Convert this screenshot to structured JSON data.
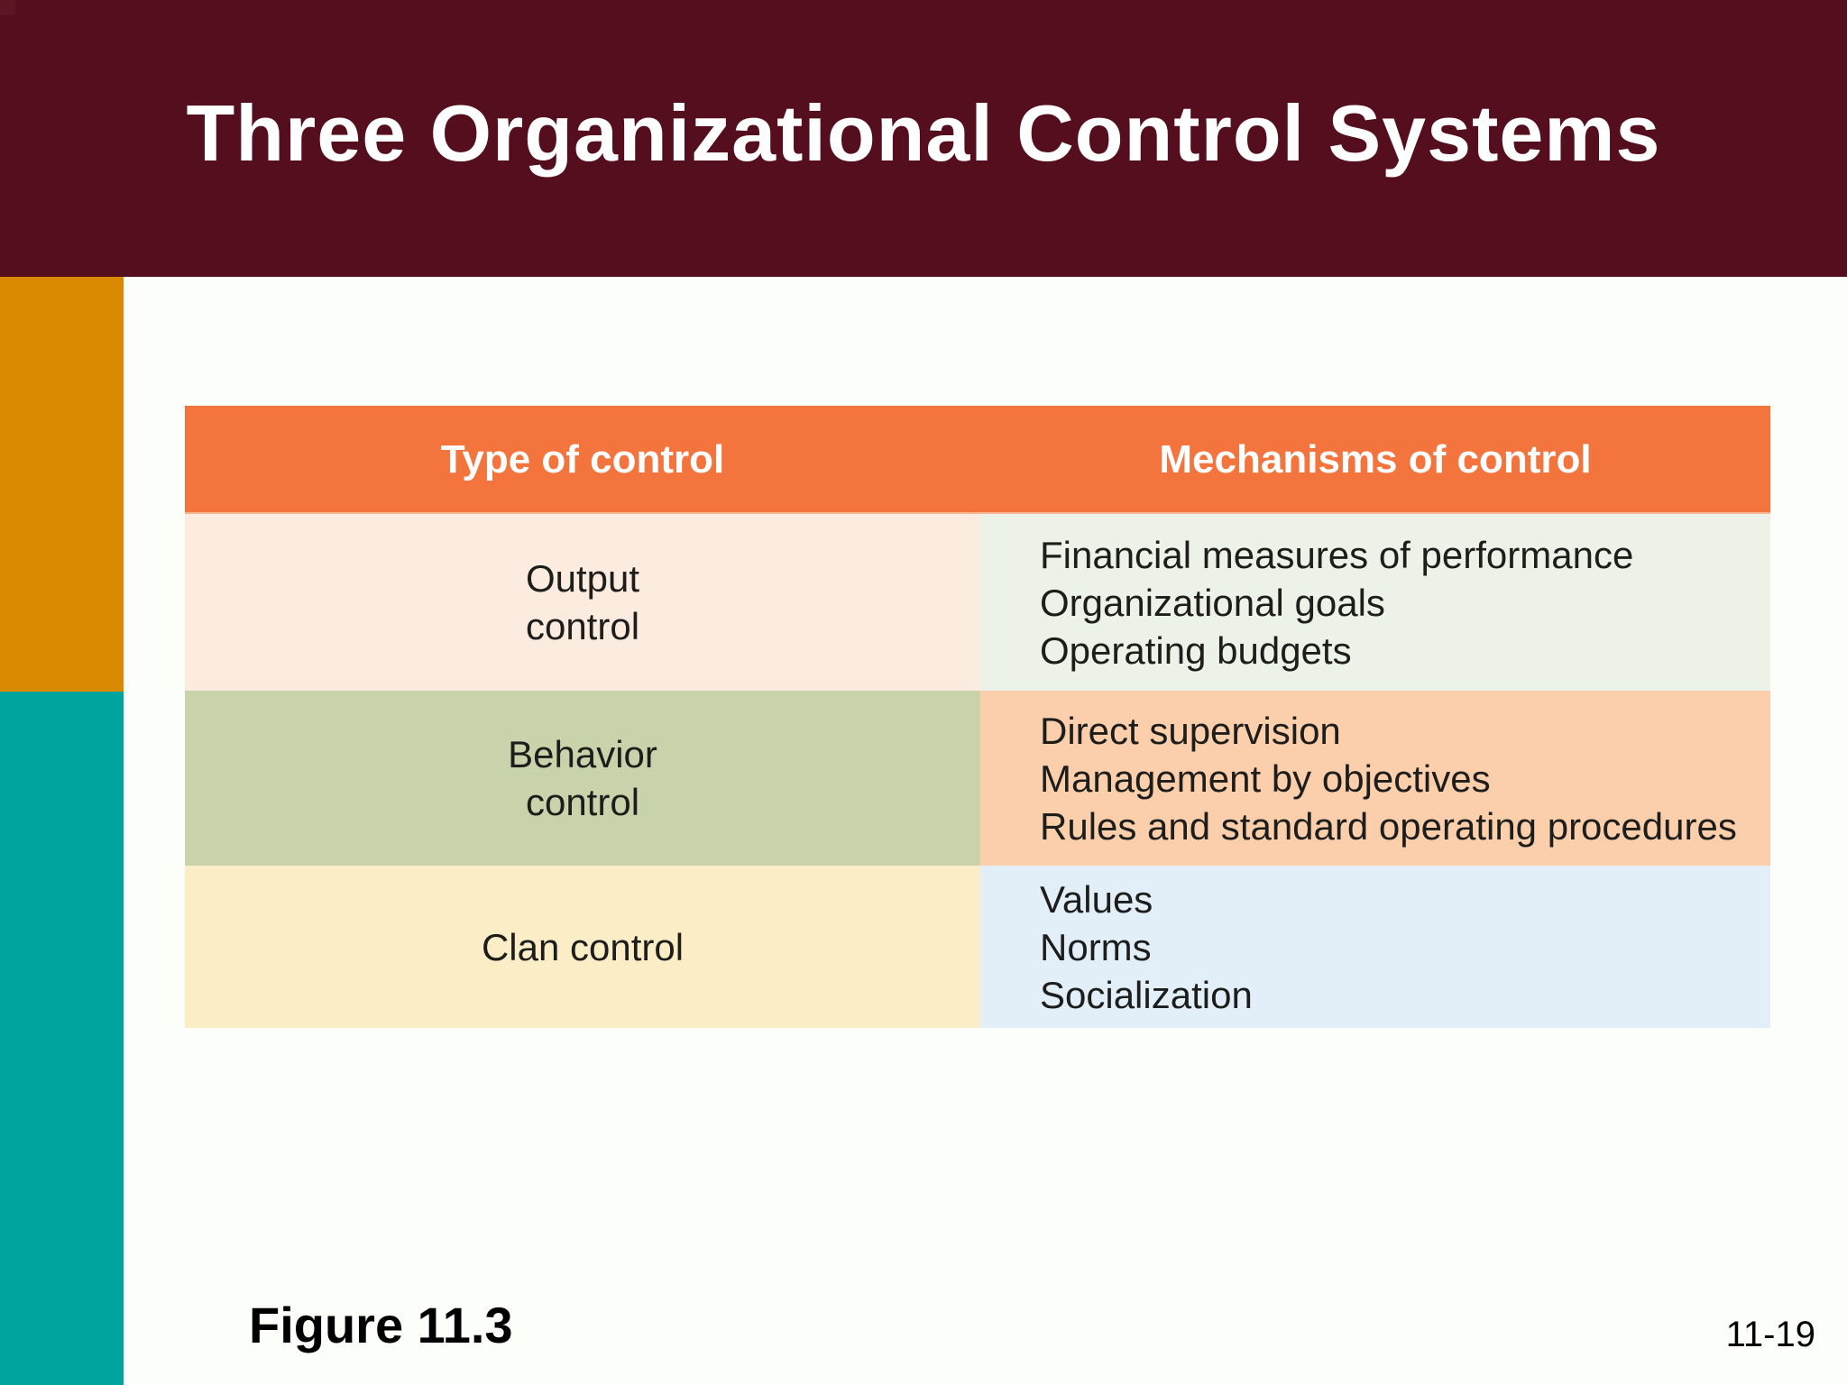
{
  "slide": {
    "title": "Three Organizational Control Systems"
  },
  "colors": {
    "background": "#fcfefa",
    "header_band": "#550e1d",
    "corner_accent": "#5d1423",
    "sidebar_orange": "#d98a00",
    "sidebar_teal": "#00a49f",
    "table_header_bg": "#f3743c",
    "table_header_text": "#ffffff",
    "cell_text": "#1d1d1b"
  },
  "table": {
    "headers": [
      {
        "label": "Type of control"
      },
      {
        "label": "Mechanisms of control"
      }
    ],
    "rows": [
      {
        "type_lines": [
          "Output",
          "control"
        ],
        "type_bg": "#fcebdf",
        "mech_lines": [
          "Financial measures of performance",
          "Organizational goals",
          "Operating budgets"
        ],
        "mech_bg": "#edf2e8"
      },
      {
        "type_lines": [
          "Behavior",
          "control"
        ],
        "type_bg": "#c9d3ab",
        "mech_lines": [
          "Direct supervision",
          "Management by objectives",
          "Rules and standard operating procedures"
        ],
        "mech_bg": "#fbceac"
      },
      {
        "type_lines": [
          "Clan control"
        ],
        "type_bg": "#fbeec6",
        "mech_lines": [
          "Values",
          "Norms",
          "Socialization"
        ],
        "mech_bg": "#e2eff9"
      }
    ]
  },
  "footer": {
    "figure_label": "Figure 11.3",
    "page_number": "11-19"
  }
}
